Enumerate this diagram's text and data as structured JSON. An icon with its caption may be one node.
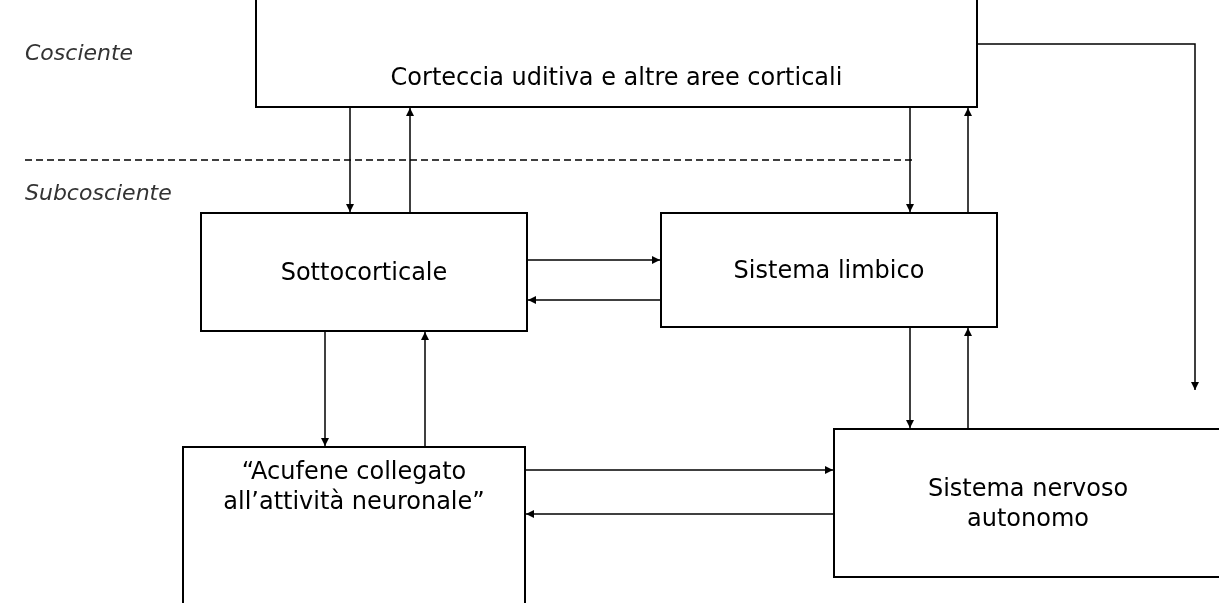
{
  "diagram": {
    "nodes": [
      {
        "text": [
          "Corteccia uditiva e altre aree corticali"
        ]
      },
      {
        "text": [
          "Sottocorticale"
        ]
      },
      {
        "text": [
          "Sistema limbico"
        ]
      },
      {
        "text": [
          "“Acufene collegato all’attività neuronale”"
        ]
      },
      {
        "text": [
          "Sistema nervoso autonomo"
        ]
      }
    ],
    "edges": [
      {
        "from": 0,
        "to": 1,
        "arrow": "to"
      },
      {
        "from": 1,
        "to": 0,
        "arrow": "to"
      },
      {
        "from": 0,
        "to": 2,
        "arrow": "to"
      },
      {
        "from": 2,
        "to": 0,
        "arrow": "to"
      },
      {
        "from": 1,
        "to": 2,
        "arrow": "to"
      },
      {
        "from": 2,
        "to": 1,
        "arrow": "to"
      },
      {
        "from": 1,
        "to": 3,
        "arrow": "to"
      },
      {
        "from": 3,
        "to": 1,
        "arrow": "to"
      },
      {
        "from": 2,
        "to": 4,
        "arrow": "to"
      },
      {
        "from": 4,
        "to": 2,
        "arrow": "to"
      },
      {
        "from": 3,
        "to": 4,
        "arrow": "to"
      },
      {
        "from": 4,
        "to": 3,
        "arrow": "to"
      },
      {
        "from": 0,
        "to": null,
        "arrow": "to"
      }
    ],
    "labels": [
      "Cosciente",
      "Subcosciente"
    ]
  }
}
